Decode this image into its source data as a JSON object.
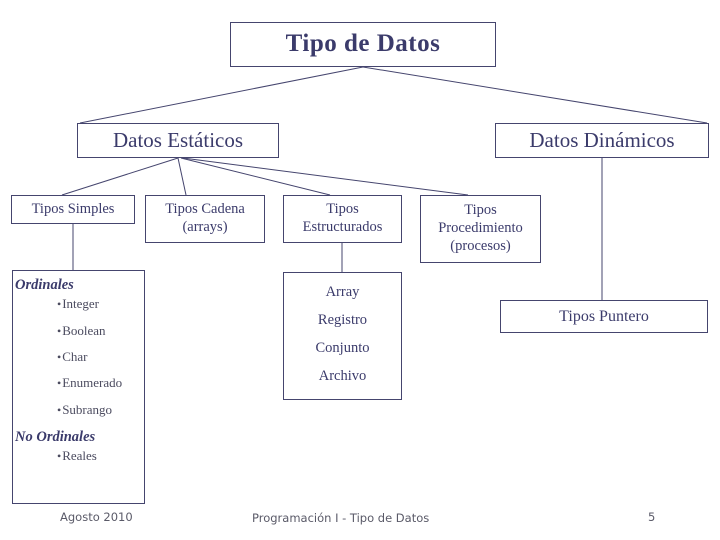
{
  "slide": {
    "title": "Tipo de  Datos",
    "accent_color": "#3b3b6b",
    "border_color": "#45456e",
    "background_color": "#ffffff"
  },
  "level2": {
    "estaticos": "Datos Estáticos",
    "dinamicos": "Datos Dinámicos"
  },
  "level3": {
    "simples": "Tipos Simples",
    "cadena_line1": "Tipos Cadena",
    "cadena_line2": "(arrays)",
    "estructurados_line1": "Tipos",
    "estructurados_line2": "Estructurados",
    "procedimiento_line1": "Tipos",
    "procedimiento_line2": "Procedimiento",
    "procedimiento_line3": "(procesos)",
    "puntero": "Tipos Puntero"
  },
  "simples_detail": {
    "group1_heading": "Ordinales",
    "group1_items": [
      "Integer",
      "Boolean",
      "Char",
      "Enumerado",
      "Subrango"
    ],
    "group2_heading": "No Ordinales",
    "group2_items": [
      "Reales"
    ],
    "bullet_glyph": "•"
  },
  "estructurados_detail": {
    "items": [
      "Array",
      "Registro",
      "Conjunto",
      "Archivo"
    ]
  },
  "footer": {
    "left": "Agosto 2010",
    "center": "Programación I - Tipo de Datos",
    "page_number": "5"
  }
}
